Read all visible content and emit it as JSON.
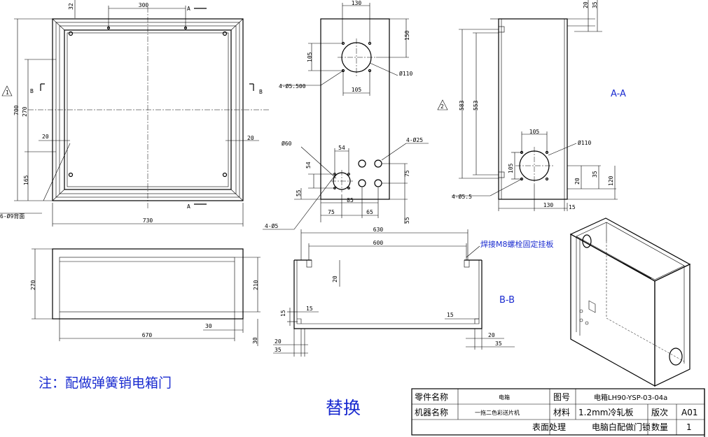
{
  "front_view": {
    "dim_32": "32",
    "dim_300": "300",
    "section_a_top": "A",
    "section_a_bottom": "A",
    "section_b_left": "B",
    "section_b_right": "B",
    "dim_700": "700",
    "dim_270": "270",
    "dim_165": "165",
    "dim_20_left": "20",
    "dim_20_right": "20",
    "dim_730": "730",
    "holes_note": "6-Ø9背面",
    "triangle_1": "1"
  },
  "bottom_view": {
    "dim_270": "270",
    "dim_210": "210",
    "dim_670": "670",
    "dim_30_a": "30",
    "dim_30_b": "30"
  },
  "side_view": {
    "dim_130": "130",
    "dim_150": "150",
    "dim_105_v": "105",
    "dim_105_h": "105",
    "dia_110": "Ø110",
    "holes_5_5": "4-Ø5.500",
    "dia_60": "Ø60",
    "dim_54_h": "54",
    "dim_54_v": "54",
    "holes_25": "4-Ø25",
    "dim_75_r": "75",
    "dim_55_l": "55",
    "dim_85": "85",
    "dim_75_b": "75",
    "dim_65": "65",
    "dim_55_b": "55",
    "holes_5": "4-Ø5"
  },
  "section_aa": {
    "label": "A-A",
    "dim_20_t": "20",
    "dim_35_t": "35",
    "dim_583": "583",
    "dim_553": "553",
    "dim_105_h": "105",
    "dia_110": "Ø110",
    "dim_105_v": "105",
    "dim_20_b": "20",
    "dim_35_b": "35",
    "dim_120": "120",
    "dim_130": "130",
    "dim_15": "15",
    "holes_5_5": "4-Ø5.5",
    "triangle_2": "2"
  },
  "section_bb": {
    "label": "B-B",
    "dim_630": "630",
    "dim_600": "600",
    "weld_note": "焊接M8螺栓固定挂板",
    "dim_20_mid": "20",
    "dim_15_a": "15",
    "dim_15_b": "15",
    "dim_15_c": "15",
    "dim_20_bl": "20",
    "dim_35_bl": "35",
    "dim_20_br": "20",
    "dim_35_br": "35"
  },
  "notes": {
    "note": "注：配做弹簧销电箱门",
    "replace": "替换"
  },
  "title_block": {
    "part_name_label": "零件名称",
    "part_name_value": "电箱",
    "drawing_no_label": "图号",
    "drawing_no_value": "电箱LH90-YSP-03-04a",
    "machine_label": "机器名称",
    "machine_value": "一拖二色彩送片机",
    "material_label": "材料",
    "material_value": "1.2mm冷轧板",
    "version_label": "版次",
    "version_value": "A01",
    "surface_label": "表面处理",
    "surface_value": "电脑白配做门锁",
    "qty_label": "数量",
    "qty_value": "1"
  }
}
